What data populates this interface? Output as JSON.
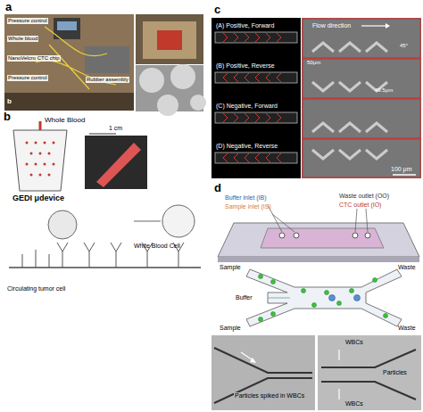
{
  "diagram": {
    "labels": [
      "a",
      "Pressure control",
      "Whole blood",
      "Rubber assembly",
      "NanoVelcro CTC chip",
      "Pressure control",
      "b",
      "b",
      "Whole Blood",
      "GEDI μdevice",
      "1 cm",
      "Circulating tumor cell",
      "White Blood Cell",
      "c",
      "(A) Positive, Forward",
      "(B) Positive, Reverse",
      "(C) Negative, Forward",
      "(D) Negative, Reverse",
      "Flow direction",
      "50μm",
      "49.5μm",
      "45°",
      "100 μm",
      "d",
      "Buffer inlet (IB)",
      "Sample inlet (IS)",
      "Waste outlet (OO)",
      "CTC outlet (IO)",
      "Sample",
      "Buffer",
      "Sample",
      "Waste",
      "Waste",
      "Particles spiked in WBCs",
      "WBCs",
      "WBCs",
      "Particles"
    ]
  }
}
